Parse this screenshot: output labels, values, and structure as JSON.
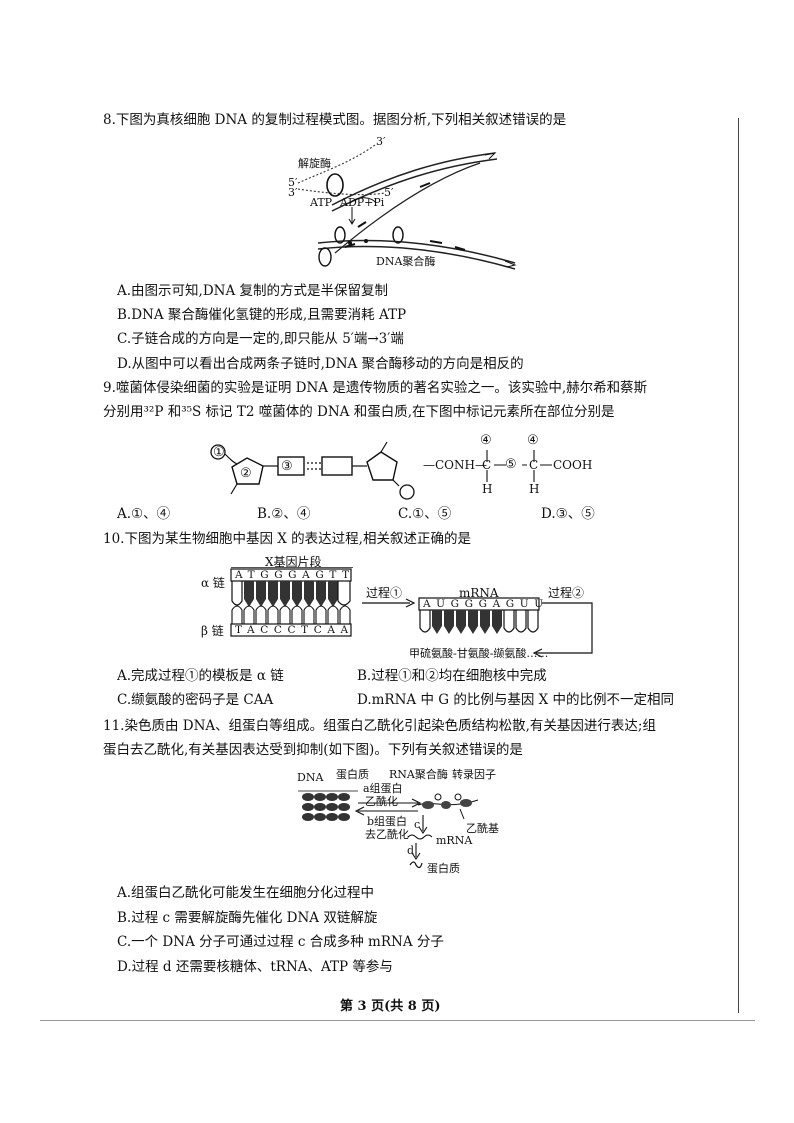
{
  "q8": {
    "stem": "8.下图为真核细胞 DNA 的复制过程模式图。据图分析,下列相关叙述错误的是",
    "fig": {
      "helicase": "解旋酶",
      "three_prime_top": "3′",
      "five_prime_left": "5′",
      "three_prime_left": "3′",
      "five_prime_right": "5′",
      "atp": "ATP",
      "adp": "ADP+Pi",
      "polymerase": "DNA聚合酶"
    },
    "options": [
      "A.由图示可知,DNA 复制的方式是半保留复制",
      "B.DNA 聚合酶催化氢键的形成,且需要消耗 ATP",
      "C.子链合成的方向是一定的,即只能从 5′端→3′端",
      "D.从图中可以看出合成两条子链时,DNA 聚合酶移动的方向是相反的"
    ]
  },
  "q9": {
    "stem_line1": "9.噬菌体侵染细菌的实验是证明 DNA 是遗传物质的著名实验之一。该实验中,赫尔希和蔡斯",
    "stem_line2": "分别用³²P 和³⁵S 标记 T2 噬菌体的 DNA 和蛋白质,在下图中标记元素所在部位分别是",
    "fig": {
      "c1": "①",
      "c2": "②",
      "c3": "③",
      "c4a": "④",
      "c4b": "④",
      "c5": "⑤",
      "conh": "—CONH—",
      "c_a": "C",
      "c_b": "C",
      "h_a": "H",
      "h_b": "H",
      "cooh": "COOH"
    },
    "options": [
      "A.①、④",
      "B.②、④",
      "C.①、⑤",
      "D.③、⑤"
    ]
  },
  "q10": {
    "stem": "10.下图为某生物细胞中基因 X 的表达过程,相关叙述正确的是",
    "fig": {
      "gene_label": "X基因片段",
      "alpha": "α 链",
      "beta": "β 链",
      "alpha_seq": "ATGGGAGTT",
      "beta_seq": "TACCCTCAA",
      "mrna_label": "mRNA",
      "mrna_seq": "AUGGGAGUU",
      "process1": "过程①",
      "process2": "过程②",
      "peptide": "甲硫氨酸-甘氨酸-缬氨酸……"
    },
    "options": [
      "A.完成过程①的模板是 α 链",
      "B.过程①和②均在细胞核中完成",
      "C.缬氨酸的密码子是 CAA",
      "D.mRNA 中 G 的比例与基因 X 中的比例不一定相同"
    ]
  },
  "q11": {
    "stem_line1": "11.染色质由 DNA、组蛋白等组成。组蛋白乙酰化引起染色质结构松散,有关基因进行表达;组",
    "stem_line2": "蛋白去乙酰化,有关基因表达受到抑制(如下图)。下列有关叙述错误的是",
    "fig": {
      "dna": "DNA",
      "protein_top": "蛋白质",
      "a1": "a组蛋白",
      "a2": "乙酰化",
      "b1": "b组蛋白",
      "b2": "去乙酰化",
      "rnap": "RNA聚合酶",
      "tf": "转录因子",
      "acetyl": "乙酰基",
      "c": "c",
      "d": "d",
      "mrna": "mRNA",
      "protein_bottom": "蛋白质"
    },
    "options": [
      "A.组蛋白乙酰化可能发生在细胞分化过程中",
      "B.过程 c 需要解旋酶先催化 DNA 双链解旋",
      "C.一个 DNA 分子可通过过程 c 合成多种 mRNA 分子",
      "D.过程 d 还需要核糖体、tRNA、ATP 等参与"
    ]
  },
  "footer": "第 3 页(共 8 页)"
}
